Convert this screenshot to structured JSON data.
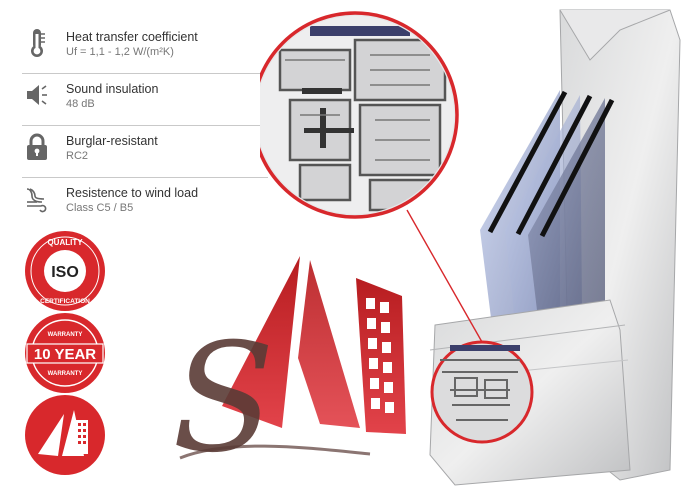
{
  "specs": [
    {
      "icon": "thermometer-icon",
      "title": "Heat transfer coefficient",
      "value": "Uf = 1,1 - 1,2 W/(m²K)"
    },
    {
      "icon": "speaker-icon",
      "title": "Sound insulation",
      "value": "48 dB"
    },
    {
      "icon": "padlock-icon",
      "title": "Burglar-resistant",
      "value": "RC2"
    },
    {
      "icon": "wind-icon",
      "title": "Resistence to wind load",
      "value": "Class C5 / B5"
    }
  ],
  "badges": {
    "iso": {
      "top": "QUALITY",
      "center": "ISO",
      "bottom": "CERTIFICATION"
    },
    "warranty": {
      "top": "WARRANTY",
      "center": "10 YEAR",
      "bottom": "WARRANTY"
    }
  },
  "logo": {
    "letter": "S"
  },
  "colors": {
    "brand_red": "#d8282c",
    "text_dark": "#333333",
    "text_light": "#777777",
    "divider": "#c9c9c9"
  }
}
